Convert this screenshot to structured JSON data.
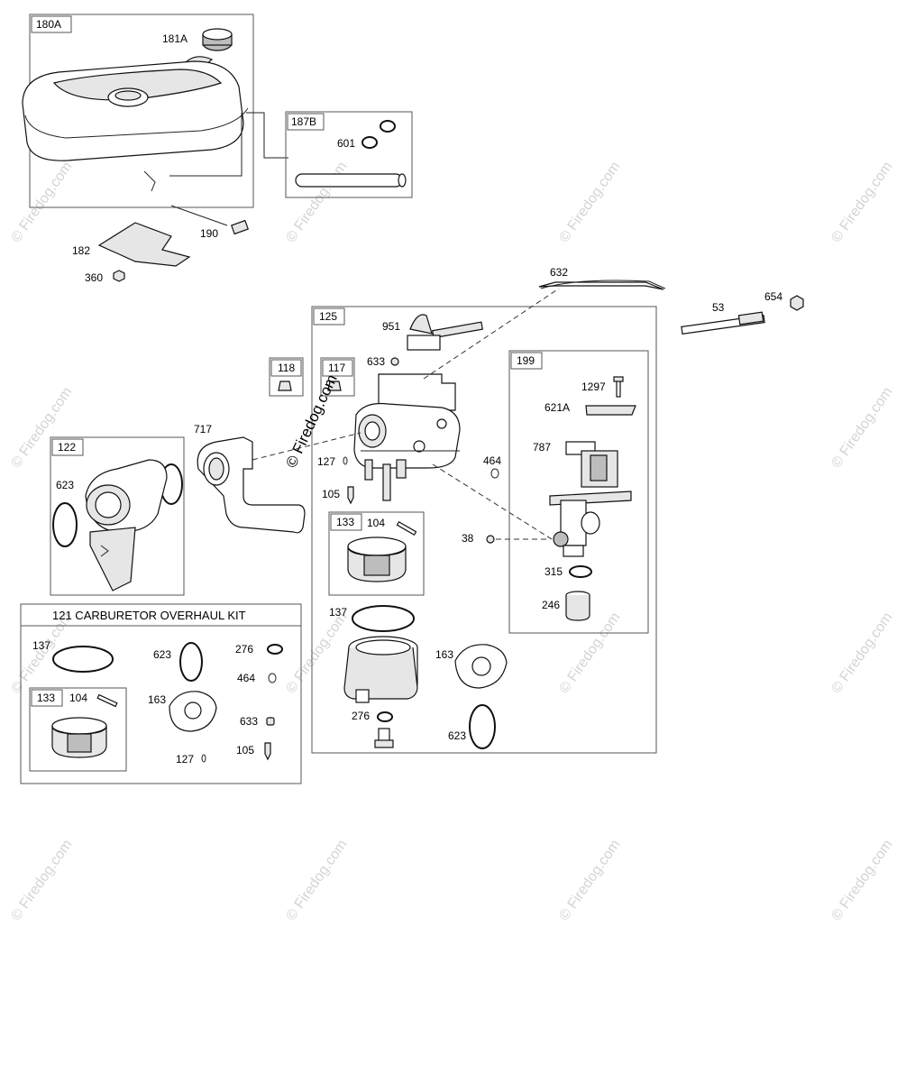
{
  "watermark": {
    "text": "© Firedog.com",
    "center_text": "© Firedog.com"
  },
  "groups": {
    "g180A": "180A",
    "g187B": "187B",
    "g125": "125",
    "g199": "199",
    "g118": "118",
    "g117": "117",
    "g122": "122",
    "g133_main": "133",
    "g133_kit": "133"
  },
  "kit": {
    "title": "121 CARBURETOR OVERHAUL KIT"
  },
  "labels": {
    "p181A": "181A",
    "p601": "601",
    "p190": "190",
    "p182": "182",
    "p360": "360",
    "p632": "632",
    "p53": "53",
    "p654": "654",
    "p951": "951",
    "p633_main": "633",
    "p717": "717",
    "p623_122": "623",
    "p127_main": "127",
    "p105_main": "105",
    "p104_main": "104",
    "p464_main": "464",
    "p38": "38",
    "p1297": "1297",
    "p621A": "621A",
    "p787": "787",
    "p315": "315",
    "p246": "246",
    "p137_main": "137",
    "p163_main": "163",
    "p276_main": "276",
    "p623_main": "623",
    "k137": "137",
    "k623": "623",
    "k276": "276",
    "k464": "464",
    "k104": "104",
    "k163": "163",
    "k633": "633",
    "k105": "105",
    "k127": "127"
  }
}
